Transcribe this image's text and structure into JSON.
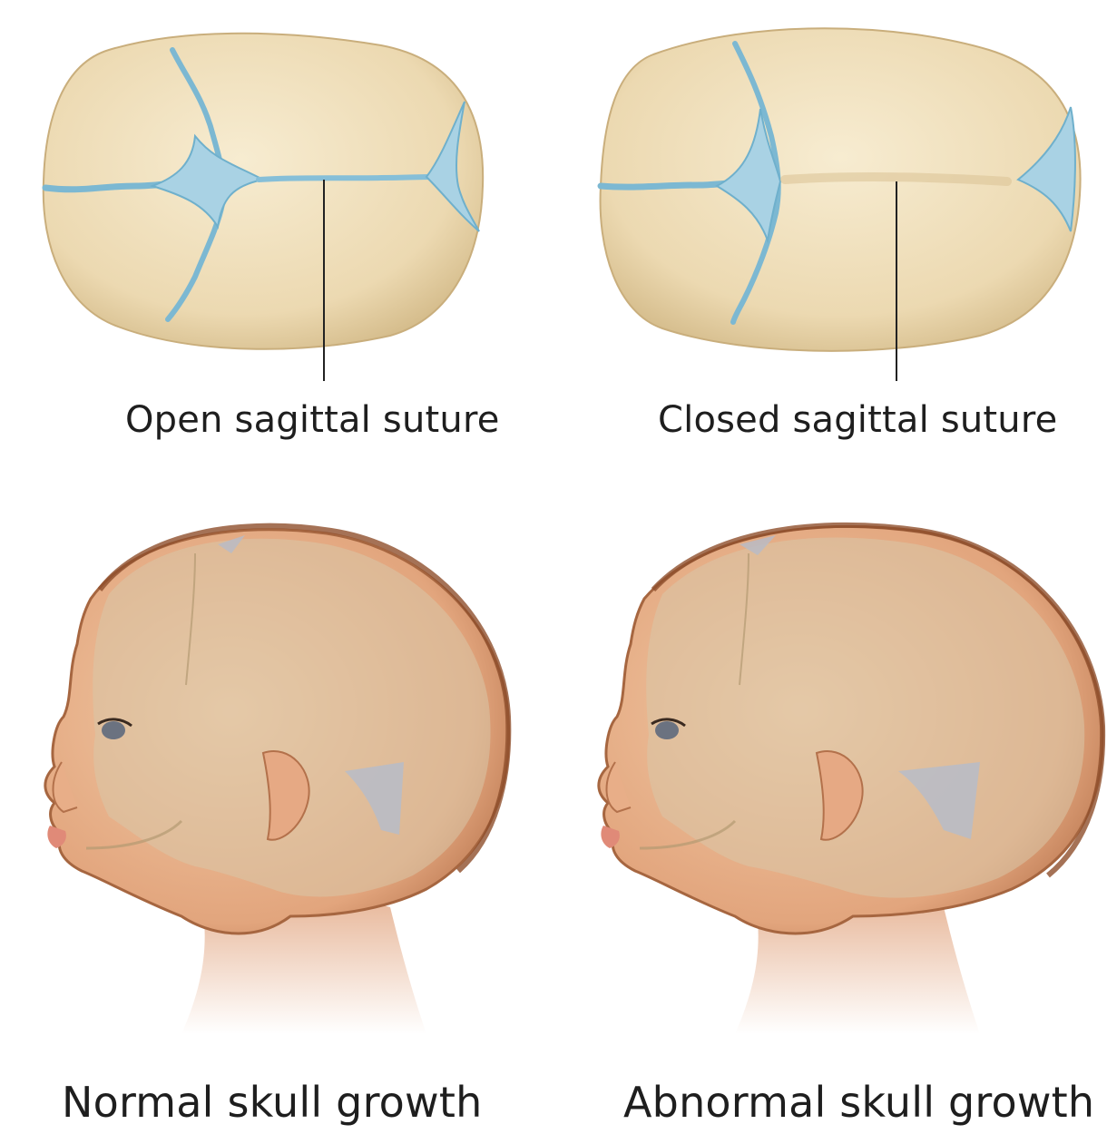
{
  "labels": {
    "open_suture": "Open sagittal suture",
    "closed_suture": "Closed sagittal suture",
    "normal_growth": "Normal skull growth",
    "abnormal_growth": "Abnormal skull growth"
  },
  "colors": {
    "bone": "#eddcb6",
    "bone_shadow": "#d7c08f",
    "suture": "#a9d2e4",
    "suture_edge": "#6fb0cc",
    "skin": "#e9b891",
    "skin_shadow": "#c98a63",
    "skull_overlay": "#d8c7a8",
    "hair_rim": "#9a5a34",
    "text": "#1e1e1e"
  },
  "icons": {
    "open_skull": "skull-top-view-open-suture",
    "closed_skull": "skull-top-view-closed-suture",
    "normal_head": "infant-head-profile-normal",
    "abnormal_head": "infant-head-profile-elongated"
  }
}
